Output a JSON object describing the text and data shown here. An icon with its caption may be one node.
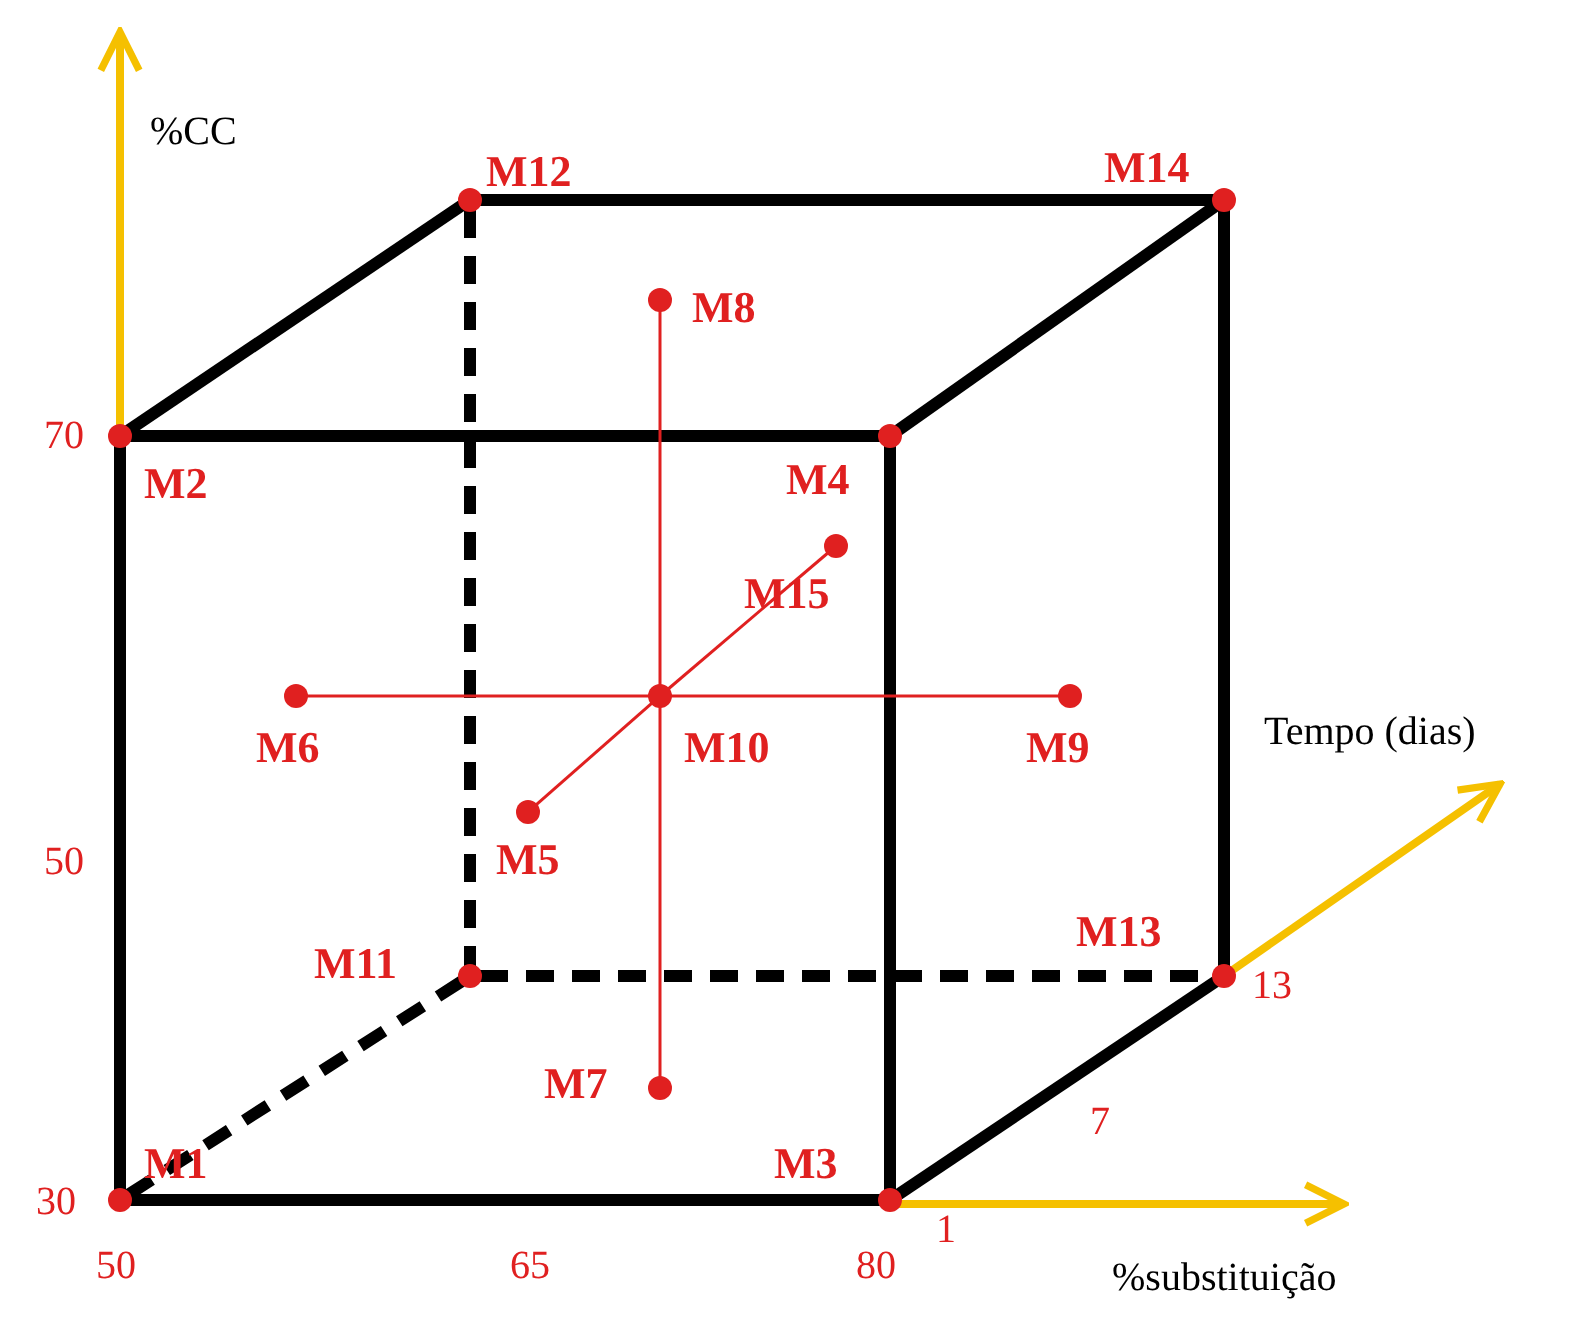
{
  "diagram": {
    "nodes": [
      {
        "text": [
          "M1"
        ]
      },
      {
        "text": [
          "M2"
        ]
      },
      {
        "text": [
          "M3"
        ]
      },
      {
        "text": [
          "M4"
        ]
      },
      {
        "text": [
          "M5"
        ]
      },
      {
        "text": [
          "M6"
        ]
      },
      {
        "text": [
          "M7"
        ]
      },
      {
        "text": [
          "M8"
        ]
      },
      {
        "text": [
          "M9"
        ]
      },
      {
        "text": [
          "M10"
        ]
      },
      {
        "text": [
          "M11"
        ]
      },
      {
        "text": [
          "M12"
        ]
      },
      {
        "text": [
          "M13"
        ]
      },
      {
        "text": [
          "M14"
        ]
      },
      {
        "text": [
          "M15"
        ]
      }
    ],
    "edges": [
      {
        "from": 0,
        "to": 1,
        "arrow": "none"
      },
      {
        "from": 1,
        "to": 3,
        "arrow": "none"
      },
      {
        "from": 3,
        "to": 2,
        "arrow": "none"
      },
      {
        "from": 0,
        "to": 2,
        "arrow": "none"
      },
      {
        "from": 1,
        "to": 11,
        "arrow": "none"
      },
      {
        "from": 11,
        "to": 13,
        "arrow": "none"
      },
      {
        "from": 13,
        "to": 3,
        "arrow": "none"
      },
      {
        "from": 13,
        "to": 12,
        "arrow": "none"
      },
      {
        "from": 2,
        "to": 12,
        "arrow": "none"
      },
      {
        "from": 11,
        "to": 10,
        "arrow": "none",
        "style": "dashed"
      },
      {
        "from": 10,
        "to": 12,
        "arrow": "none",
        "style": "dashed"
      },
      {
        "from": 10,
        "to": 0,
        "arrow": "none",
        "style": "dashed"
      },
      {
        "from": 5,
        "to": 9,
        "arrow": "none",
        "color": "#e02020"
      },
      {
        "from": 9,
        "to": 8,
        "arrow": "none",
        "color": "#e02020"
      },
      {
        "from": 7,
        "to": 9,
        "arrow": "none",
        "color": "#e02020"
      },
      {
        "from": 9,
        "to": 6,
        "arrow": "none",
        "color": "#e02020"
      },
      {
        "from": 4,
        "to": 9,
        "arrow": "none",
        "color": "#e02020"
      },
      {
        "from": 9,
        "to": 14,
        "arrow": "none",
        "color": "#e02020"
      }
    ],
    "labels": [
      "%CC",
      "70",
      "Tempo (dias)",
      "50",
      "13",
      "7",
      "30",
      "50",
      "65",
      "80",
      "1",
      "%substituição"
    ]
  }
}
